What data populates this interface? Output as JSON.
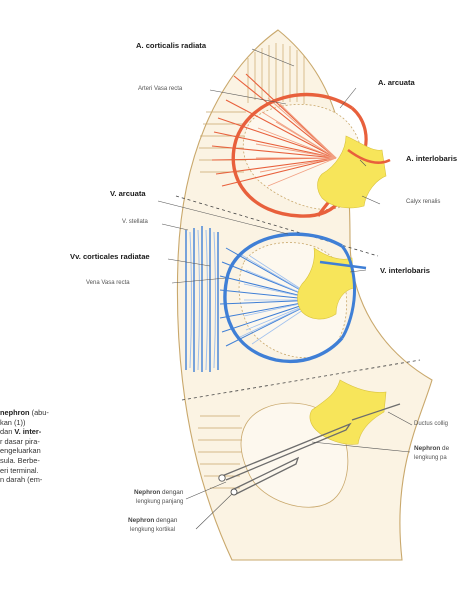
{
  "labels": {
    "a_corticalis_radiata": "A. corticalis radiata",
    "arteri_vasa_recta": "Arteri Vasa recta",
    "a_arcuata": "A. arcuata",
    "a_interlobaris": "A. interlobaris",
    "calyx_renalis": "Calyx renalis",
    "v_arcuata": "V. arcuata",
    "v_stellata": "V. stellata",
    "vv_corticales_radiatae": "Vv. corticales radiatae",
    "vena_vasa_recta": "Vena Vasa recta",
    "v_interlobaris": "V. interlobaris",
    "ductus_colligens": "Ductus collig",
    "nephron_right_bold": "Nephron",
    "nephron_right_rest": " de",
    "lengkung_right": "lengkung pa",
    "nephron_panjang_bold": "Nephron",
    "nephron_panjang_rest": " dengan",
    "lengkung_panjang": "lengkung panjang",
    "nephron_kortikal_bold": "Nephron",
    "nephron_kortikal_rest": " dengan",
    "lengkung_kortikal": "lengkung kortikal"
  },
  "side_text": {
    "line1_bold": "nephron",
    "line1_rest": " (abu-",
    "line2": "kan (1))",
    "line3_pre": "dan ",
    "line3_bold": "V. inter-",
    "line4": "r dasar pira-",
    "line5": "engeluarkan",
    "line6": "sula. Berbe-",
    "line7": "eri terminal.",
    "line8": "n darah (em-"
  },
  "colors": {
    "artery": "#e8603c",
    "artery_light": "#f2a184",
    "vein": "#3f7fd6",
    "vein_light": "#9fc0ee",
    "calyx": "#f7e55a",
    "tissue": "#fbf3e3",
    "outline": "#c9a86c"
  }
}
